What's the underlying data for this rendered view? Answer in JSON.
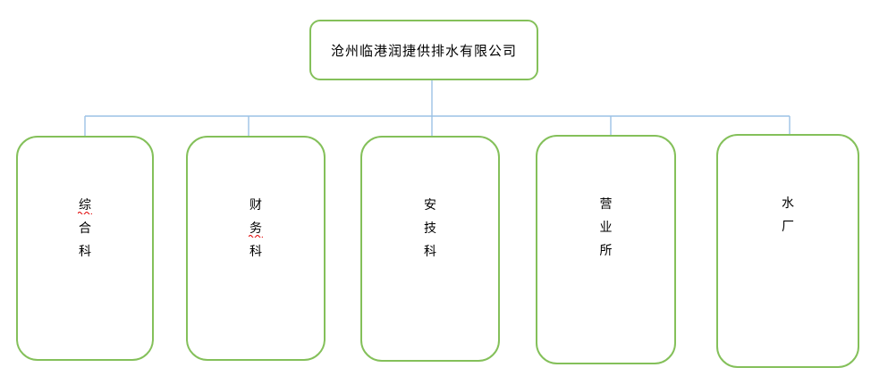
{
  "org": {
    "root": {
      "label": "沧州临港润捷供排水有限公司"
    },
    "departments": [
      {
        "label": "综合科",
        "spellcheck_underline_char_index": 0
      },
      {
        "label": "财务科",
        "spellcheck_underline_char_index": 1
      },
      {
        "label": "安技科",
        "spellcheck_underline_char_index": null
      },
      {
        "label": "营业所",
        "spellcheck_underline_char_index": null
      },
      {
        "label": "水厂",
        "spellcheck_underline_char_index": null
      }
    ]
  },
  "colors": {
    "box_border": "#84c05a",
    "connector": "#9cc2e5",
    "spellcheck": "#e00000",
    "text": "#000000",
    "background": "#ffffff"
  }
}
